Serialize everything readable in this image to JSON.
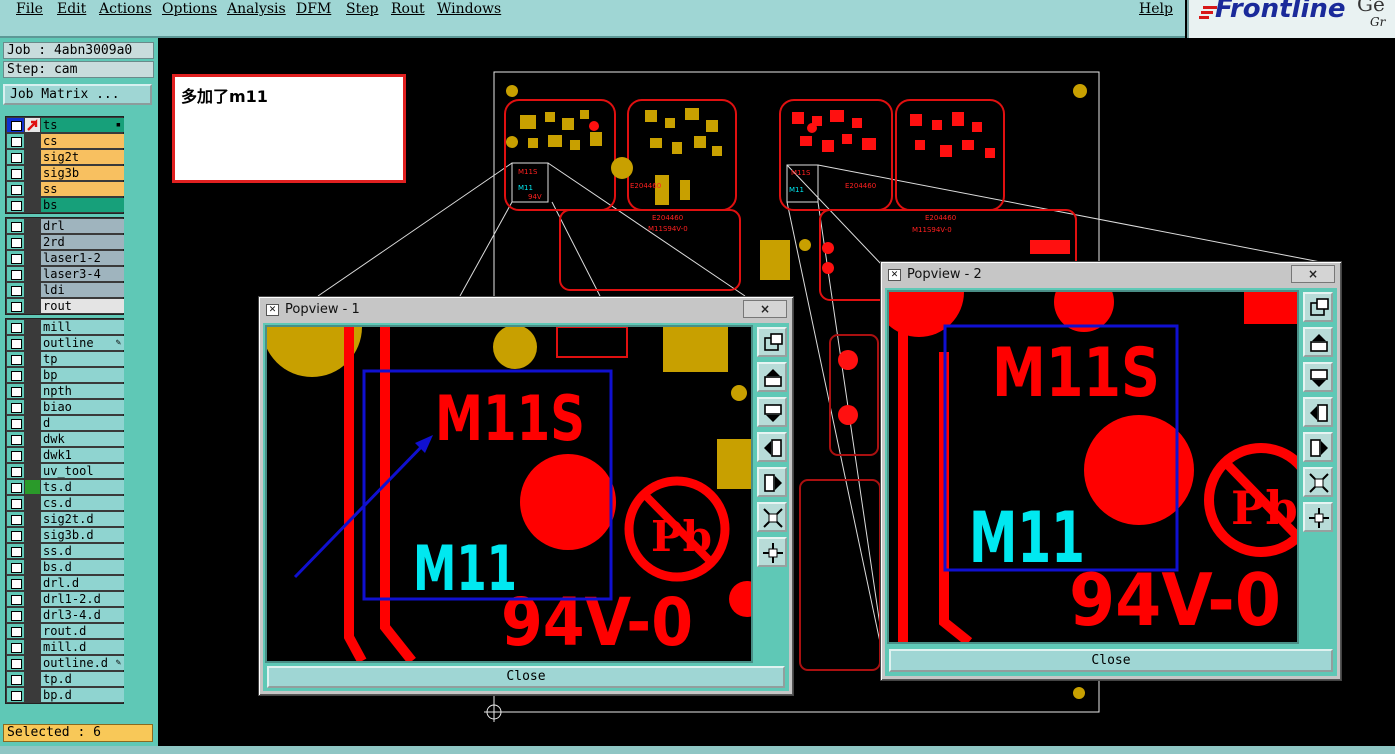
{
  "menubar": {
    "items": [
      "File",
      "Edit",
      "Actions",
      "Options",
      "Analysis",
      "DFM",
      "Step",
      "Rout",
      "Windows"
    ],
    "help": "Help"
  },
  "logo": {
    "brand": "Frontline",
    "extra": "Ge",
    "sub": "Gr"
  },
  "job": {
    "job_label": "Job : 4abn3009a0",
    "step_label": "Step: cam"
  },
  "job_matrix_label": "Job Matrix ...",
  "layers": [
    [
      {
        "name": "ts",
        "color": "#17a07a",
        "active": true,
        "mark": "▪"
      },
      {
        "name": "cs",
        "color": "#f8c060"
      },
      {
        "name": "sig2t",
        "color": "#f8c060"
      },
      {
        "name": "sig3b",
        "color": "#f8c060"
      },
      {
        "name": "ss",
        "color": "#f8c060"
      },
      {
        "name": "bs",
        "color": "#17a07a"
      }
    ],
    [
      {
        "name": "drl",
        "color": "#9fb4be"
      },
      {
        "name": "2rd",
        "color": "#9fb4be"
      },
      {
        "name": "laser1-2",
        "color": "#9fb4be"
      },
      {
        "name": "laser3-4",
        "color": "#9fb4be"
      },
      {
        "name": "ldi",
        "color": "#9fb4be"
      },
      {
        "name": "rout",
        "color": "#e4e4e4"
      }
    ],
    [
      {
        "name": "mill",
        "color": "#8fd4d0"
      },
      {
        "name": "outline",
        "color": "#8fd4d0",
        "mark": "✎"
      },
      {
        "name": "tp",
        "color": "#8fd4d0"
      },
      {
        "name": "bp",
        "color": "#8fd4d0"
      },
      {
        "name": "npth",
        "color": "#8fd4d0"
      },
      {
        "name": "biao",
        "color": "#8fd4d0"
      },
      {
        "name": "d",
        "color": "#8fd4d0"
      },
      {
        "name": "dwk",
        "color": "#8fd4d0"
      },
      {
        "name": "dwk1",
        "color": "#8fd4d0"
      },
      {
        "name": "uv_tool",
        "color": "#8fd4d0"
      },
      {
        "name": "ts.d",
        "color": "#8fd4d0",
        "swatch": "#2a9a2a"
      },
      {
        "name": "cs.d",
        "color": "#8fd4d0"
      },
      {
        "name": "sig2t.d",
        "color": "#8fd4d0"
      },
      {
        "name": "sig3b.d",
        "color": "#8fd4d0"
      },
      {
        "name": "ss.d",
        "color": "#8fd4d0"
      },
      {
        "name": "bs.d",
        "color": "#8fd4d0"
      },
      {
        "name": "drl.d",
        "color": "#8fd4d0"
      },
      {
        "name": "drl1-2.d",
        "color": "#8fd4d0"
      },
      {
        "name": "drl3-4.d",
        "color": "#8fd4d0"
      },
      {
        "name": "rout.d",
        "color": "#8fd4d0"
      },
      {
        "name": "mill.d",
        "color": "#8fd4d0"
      },
      {
        "name": "outline.d",
        "color": "#8fd4d0",
        "mark": "✎"
      },
      {
        "name": "tp.d",
        "color": "#8fd4d0"
      },
      {
        "name": "bp.d",
        "color": "#8fd4d0"
      }
    ]
  ],
  "selected_label": "Selected : 6",
  "note_text": "多加了m11",
  "board_labels": {
    "m11s_small": "M11S",
    "m11_small": "M11",
    "v94_small": "94V",
    "code_left": "E204460",
    "code_left2": "M11S94V-0",
    "code_right": "E204460",
    "code_right2": "M11S94V-0",
    "code_mid": "E204460"
  },
  "popview1": {
    "title": "Popview - 1",
    "title_close": "×",
    "label_m11s": "M11S",
    "label_m11": "M11",
    "label_94v": "94V-0",
    "label_pb": "Pb",
    "close_label": "Close"
  },
  "popview2": {
    "title": "Popview - 2",
    "title_close": "×",
    "label_m11s": "M11S",
    "label_m11": "M11",
    "label_94v": "94V-0",
    "label_pb": "Pb",
    "close_label": "Close"
  },
  "popview_buttons": [
    "zoom-fit-icon",
    "pan-up-icon",
    "pan-down-icon",
    "pan-left-icon",
    "pan-right-icon",
    "zoom-out-icon",
    "zoom-in-icon"
  ],
  "colors": {
    "copper": "#ff0000",
    "gold": "#c8a000",
    "cyan": "#00e8f0",
    "highlight": "#1010d0"
  }
}
